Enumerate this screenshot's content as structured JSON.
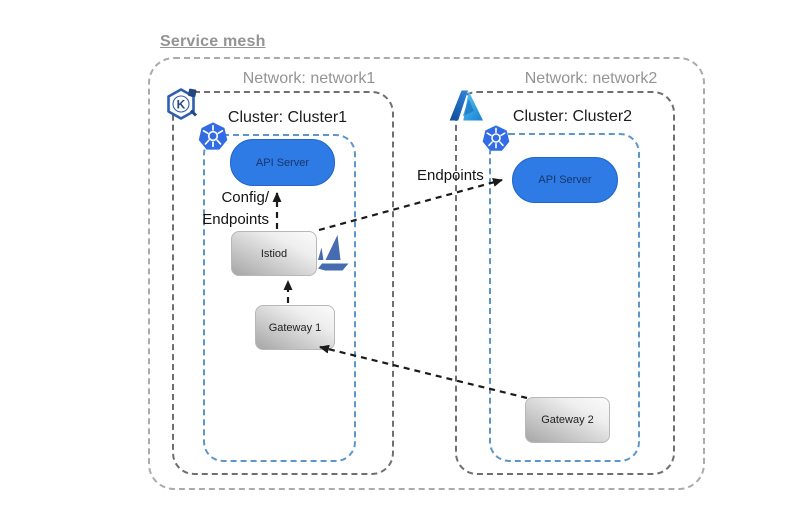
{
  "diagram": {
    "title": "Service mesh",
    "networks": [
      {
        "label": "Network: network1",
        "provider_icon": "kubernetes-engine-hexagon-k-icon",
        "cluster": {
          "label": "Cluster: Cluster1",
          "platform_icon": "kubernetes-icon",
          "api_server": "API Server",
          "istiod": "Istiod",
          "istiod_icon": "istio-sail-icon",
          "gateway": "Gateway 1"
        }
      },
      {
        "label": "Network: network2",
        "provider_icon": "azure-icon",
        "cluster": {
          "label": "Cluster: Cluster2",
          "platform_icon": "kubernetes-icon",
          "api_server": "API Server",
          "gateway": "Gateway 2"
        }
      }
    ],
    "arrow_labels": {
      "config_line1": "Config/",
      "config_line2": "Endpoints",
      "endpoints": "Endpoints"
    },
    "arrows": [
      {
        "from": "Istiod",
        "to": "API Server (Cluster1)",
        "label": "Config/Endpoints",
        "style": "dashed"
      },
      {
        "from": "Gateway 1",
        "to": "Istiod",
        "label": "",
        "style": "dashed"
      },
      {
        "from": "Istiod",
        "to": "API Server (Cluster2)",
        "label": "Endpoints",
        "style": "dashed"
      },
      {
        "from": "Gateway 2",
        "to": "Gateway 1",
        "label": "",
        "style": "dashed"
      }
    ],
    "icon_letters": {
      "k": "K"
    },
    "colors": {
      "mesh_border": "#ababab",
      "network_border": "#6f6f6f",
      "cluster_border": "#5e96c9",
      "api_server_fill": "#2e7be5",
      "api_server_text": "#17366b",
      "node_gradient_dark": "#a6a6a6",
      "label_gray": "#949494",
      "cluster_label_text": "#1d1d1d",
      "arrow": "#1a1a1a",
      "kubernetes_blue": "#326ce5",
      "istio_blue": "#466bb0",
      "azure_dark": "#0d4a93",
      "azure_light": "#54c9f2"
    }
  }
}
